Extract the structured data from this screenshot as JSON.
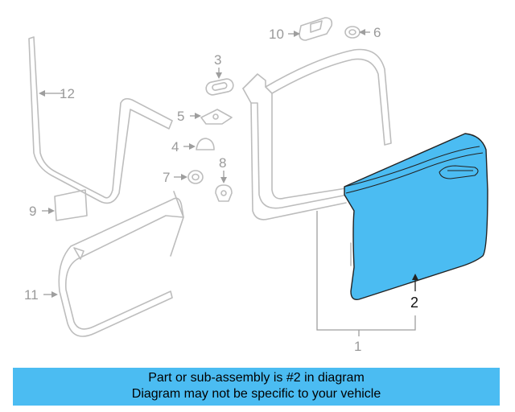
{
  "callouts": {
    "c1": "1",
    "c2": "2",
    "c3": "3",
    "c4": "4",
    "c5": "5",
    "c6": "6",
    "c7": "7",
    "c8": "8",
    "c9": "9",
    "c10": "10",
    "c11": "11",
    "c12": "12"
  },
  "banner": {
    "line1": "Part or sub-assembly is #2 in diagram",
    "line2": "Diagram may not be specific to your vehicle"
  },
  "colors": {
    "highlight": "#4bbcf2",
    "ghost": "#bdbdbd"
  }
}
